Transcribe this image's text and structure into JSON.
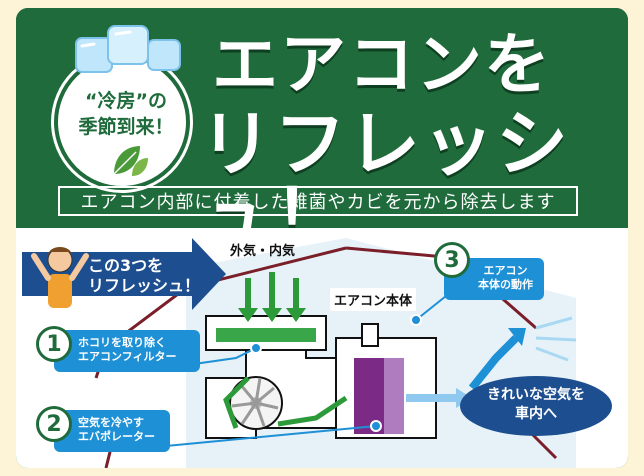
{
  "title": {
    "line1": "エアコンを",
    "line2": "リフレッシュ！"
  },
  "subtitle": "エアコン内部に付着した雑菌やカビを元から除去します",
  "badge": {
    "line1": "“冷房”の",
    "line2": "季節到来！"
  },
  "diagram": {
    "outside_air": "外気・内気",
    "arrow_line1": "この3つを",
    "arrow_line2": "リフレッシュ！",
    "unit_label": "エアコン本体",
    "callouts": [
      {
        "number": "1",
        "line1": "ホコリを取り除く",
        "line2": "エアコンフィルター"
      },
      {
        "number": "2",
        "line1": "空気を冷やす",
        "line2": "エバポレーター"
      },
      {
        "number": "3",
        "line1": "エアコン",
        "line2": "本体の動作"
      }
    ],
    "clean_air_line1": "きれいな空気を",
    "clean_air_line2": "車内へ"
  },
  "colors": {
    "green": "#1f6b3b",
    "blue": "#1e90d6",
    "navy": "#1d4e8f",
    "purple": "#7b2a86",
    "background": "#fdf3d6"
  },
  "icons": [
    "ice-cube-icon",
    "leaf-icon",
    "fan-icon",
    "person-icon",
    "arrow-icon"
  ]
}
